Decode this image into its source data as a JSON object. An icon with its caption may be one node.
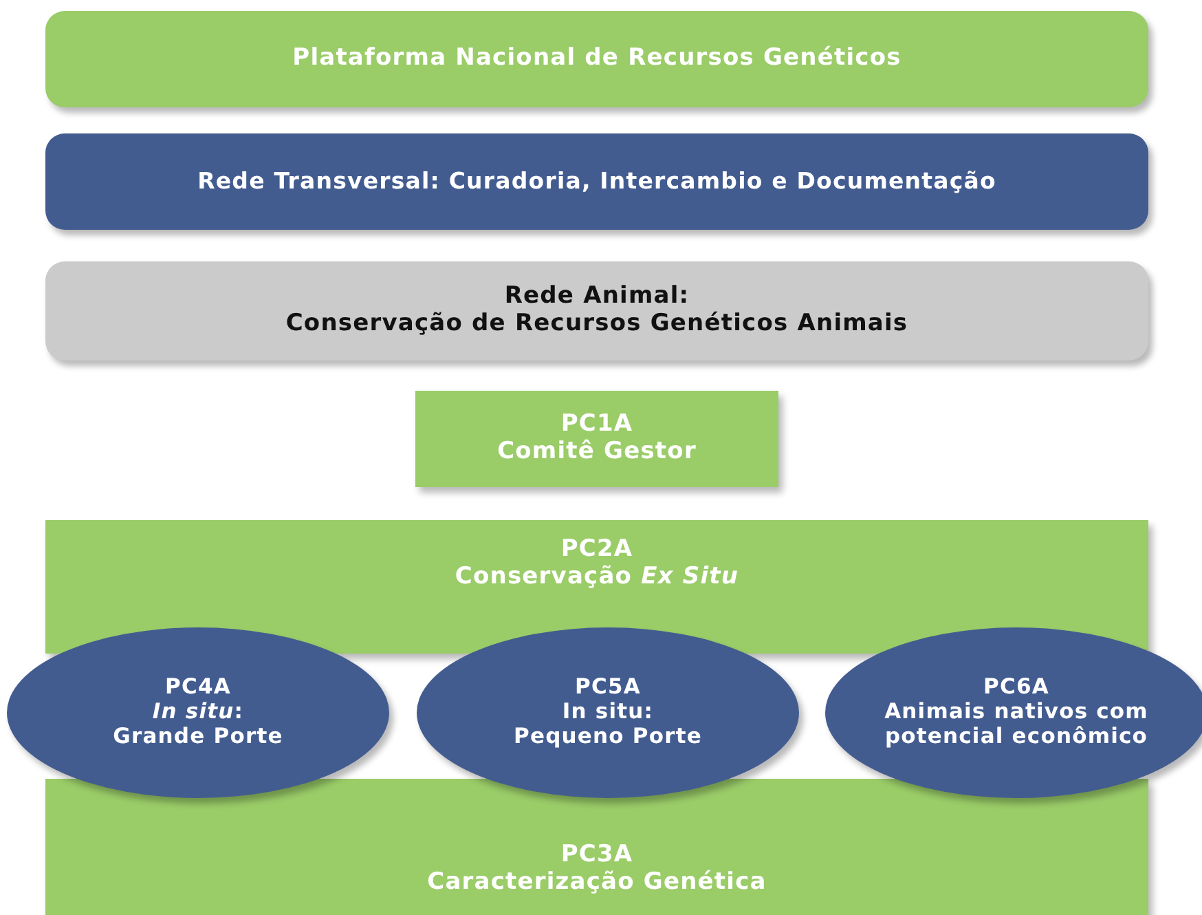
{
  "diagram": {
    "nodes": [
      {
        "text": [
          "Plataforma Nacional de Recursos Genéticos"
        ]
      },
      {
        "text": [
          "Rede Transversal: Curadoria, Intercambio e Documentação"
        ]
      },
      {
        "text": [
          "Rede Animal:",
          "Conservação de Recursos Genéticos Animais"
        ]
      },
      {
        "text": [
          "PC1A",
          "Comitê Gestor"
        ]
      },
      {
        "text": [
          "PC2A",
          "Conservação *Ex Situ*"
        ]
      },
      {
        "text": [
          "PC4A",
          "*In situ*:",
          "Grande Porte"
        ]
      },
      {
        "text": [
          "PC5A",
          "In situ:",
          "Pequeno Porte"
        ]
      },
      {
        "text": [
          "PC6A",
          "Animais nativos com potencial econômico"
        ]
      },
      {
        "text": [
          "PC3A",
          "Caracterização Genética"
        ]
      }
    ]
  }
}
